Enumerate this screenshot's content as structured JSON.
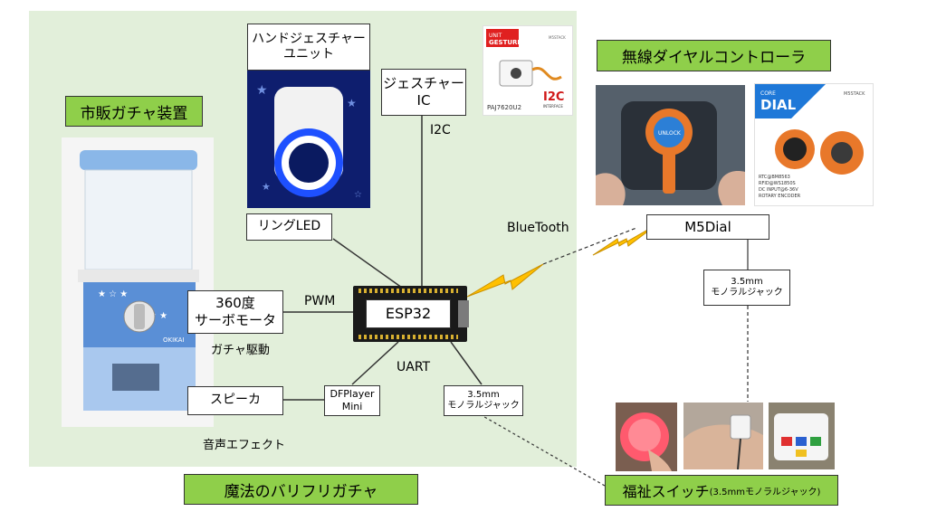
{
  "title": "魔法のバリフリガチャ",
  "labels": {
    "vending": "市販ガチャ装置",
    "hand_gesture": "ハンドジェスチャー\nユニット",
    "gesture_ic": "ジェスチャー\nIC",
    "ring_led": "リングLED",
    "servo": "360度\nサーボモータ",
    "gacha_drive": "ガチャ駆動",
    "esp32": "ESP32",
    "speaker": "スピーカ",
    "sound_effect": "音声エフェクト",
    "dfplayer": "DFPlayer\nMini",
    "jack_left": "3.5mm\nモノラルジャック",
    "jack_right": "3.5mm\nモノラルジャック",
    "wireless_dial": "無線ダイヤルコントローラ",
    "m5dial": "M5Dial",
    "welfare_switch": "福祉スイッチ",
    "welfare_switch_sub": "(3.5mmモノラルジャック)"
  },
  "connections": {
    "i2c": "I2C",
    "pwm": "PWM",
    "uart": "UART",
    "bluetooth": "BlueTooth"
  },
  "product_text": {
    "gesture_unit_brand": "UNIT",
    "gesture_unit_name": "GESTURE",
    "gesture_chip": "PAJ7620U2",
    "gesture_bus": "I2C",
    "gesture_bus_sub": "INTERFACE",
    "gesture_maker": "M5STACK",
    "dial_brand": "CORE",
    "dial_name": "DIAL",
    "dial_maker": "M5STACK",
    "dial_spec_1": "RTC@BM8563",
    "dial_spec_2": "RFID@WS1850S",
    "dial_spec_3": "DC INPUT@6-36V",
    "dial_spec_4": "ROTARY ENCODER",
    "dial_screen": "UNLOCK",
    "vending_brand": "OKIKAI"
  },
  "colors": {
    "panel": "#e2efda",
    "green_label": "#8fcf4a",
    "lightning": "#ffc000",
    "line": "#333333"
  }
}
